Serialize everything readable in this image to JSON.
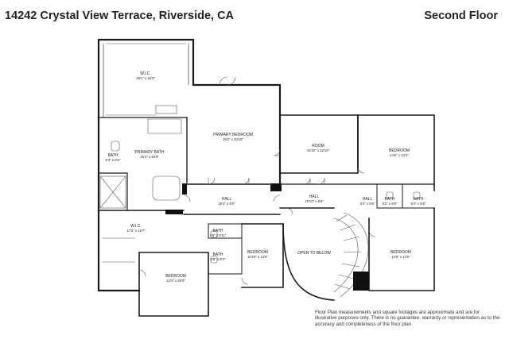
{
  "header": {
    "address": "14242 Crystal View Terrace, Riverside, CA",
    "floor": "Second Floor"
  },
  "rooms": {
    "wic_top": {
      "name": "W.I.C.",
      "dims": "18'1\" x 16'4\""
    },
    "primary_bath": {
      "name": "PRIMARY BATH",
      "dims": "16'4\" x 18'8\""
    },
    "bath_left": {
      "name": "BATH",
      "dims": "5'3\" x 6'6\""
    },
    "primary_bedroom": {
      "name": "PRIMARY BEDROOM",
      "dims": "19'2\" x 20'10\""
    },
    "room": {
      "name": "ROOM",
      "dims": "15'10\" x 12'10\""
    },
    "bedroom_ne": {
      "name": "BEDROOM",
      "dims": "14'6\" x 14'2\""
    },
    "hall_left": {
      "name": "HALL",
      "dims": "19'2\" x 6'0\""
    },
    "hall_mid": {
      "name": "HALL",
      "dims": "15'10\" x 8'5\""
    },
    "hall_small": {
      "name": "HALL",
      "dims": "3'4\" x 5'6\""
    },
    "bath_r1": {
      "name": "BATH",
      "dims": "5'2\" x 5'6\""
    },
    "bath_r2": {
      "name": "BATH",
      "dims": "5'4\" x 5'6\""
    },
    "wic_left": {
      "name": "W.I.C.",
      "dims": "17'3\" x 15'7\""
    },
    "bath_c1": {
      "name": "BATH",
      "dims": "4'9\" x 8'11\""
    },
    "bath_c2": {
      "name": "BATH",
      "dims": "4'8\" x 8'3\""
    },
    "bedroom_mid": {
      "name": "BEDROOM",
      "dims": "10'10\" x 14'6\""
    },
    "open_below": {
      "name": "OPEN TO BELOW",
      "dims": ""
    },
    "bedroom_se": {
      "name": "BEDROOM",
      "dims": "14'6\" x 14'6\""
    },
    "bedroom_sw": {
      "name": "BEDROOM",
      "dims": "13'3\" x 20'0\""
    }
  },
  "disclaimer": "Floor Plan measurements and square footages are approximate and are for illustrative purposes only. There is no guarantee, warranty or representation as to the accuracy and completeness of the floor plan",
  "colors": {
    "wall": "#1a1a1a",
    "text": "#222222",
    "background": "#ffffff"
  }
}
